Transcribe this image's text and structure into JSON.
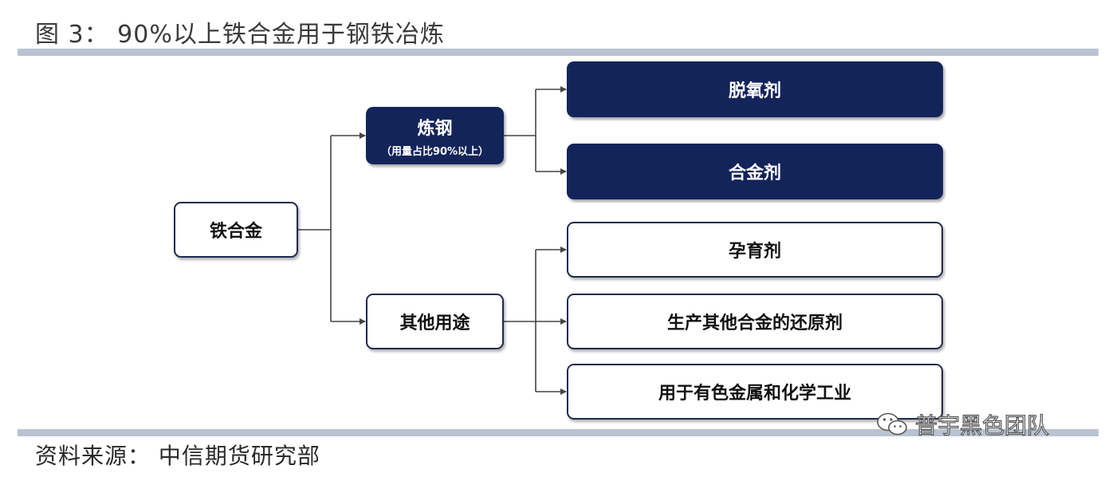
{
  "header": {
    "title": "图 3：  90%以上铁合金用于钢铁冶炼"
  },
  "diagram": {
    "root": {
      "label": "铁合金"
    },
    "branches": [
      {
        "label": "炼钢",
        "sublabel": "（用量占比90%以上）"
      },
      {
        "label": "其他用途"
      }
    ],
    "leaves": [
      {
        "label": "脱氧剂"
      },
      {
        "label": "合金剂"
      },
      {
        "label": "孕育剂"
      },
      {
        "label": "生产其他合金的还原剂"
      },
      {
        "label": "用于有色金属和化学工业"
      }
    ],
    "colors": {
      "dark_fill": "#13245a",
      "border": "#1d2b4f",
      "connector": "#444444",
      "rule": "#b9c3d1"
    }
  },
  "footer": {
    "source": "资料来源：  中信期货研究部",
    "watermark": "普宇黑色团队",
    "watermark_icon": "wechat-icon"
  }
}
